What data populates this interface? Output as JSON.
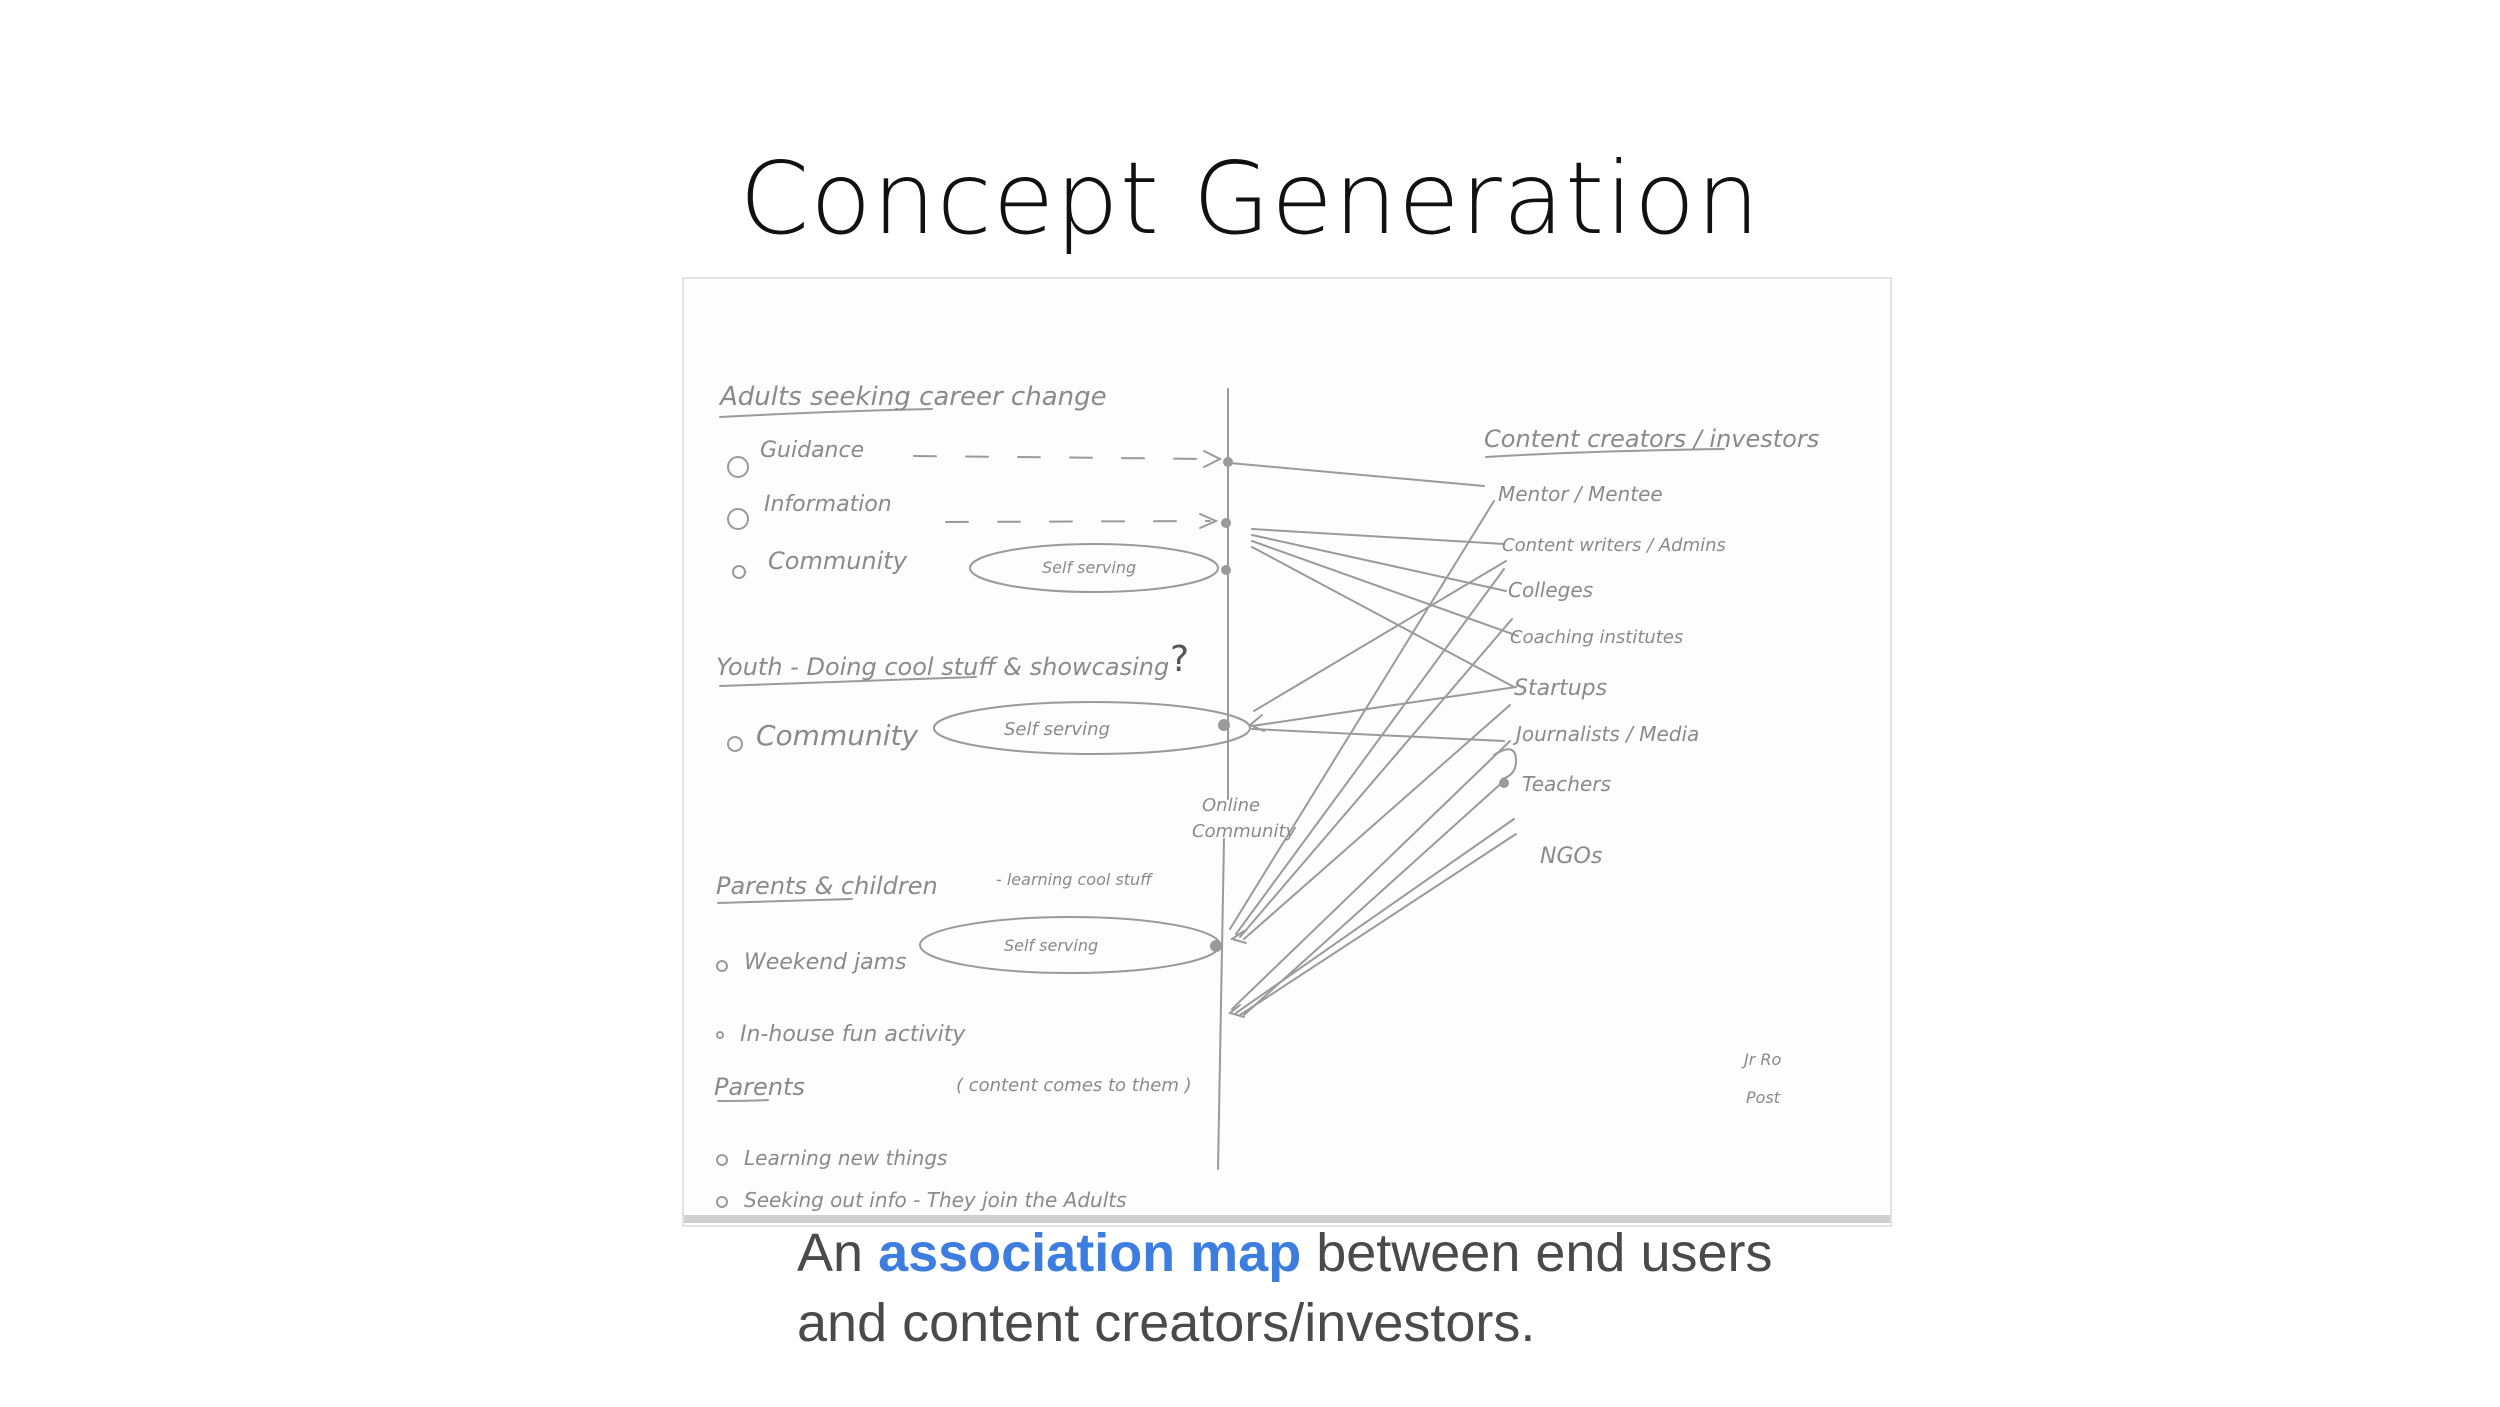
{
  "slide": {
    "title": "Concept Generation"
  },
  "sketch": {
    "left": {
      "groups": [
        {
          "heading": "Adults seeking career change",
          "items": [
            "Guidance",
            "Information",
            "Community"
          ],
          "loop_label": "Self serving"
        },
        {
          "heading": "Youth - Doing cool stuff & showcasing",
          "heading_mark": "?",
          "items": [
            "Community"
          ],
          "loop_label": "Self serving"
        },
        {
          "heading": "Parents & children",
          "heading_note": "- learning cool stuff",
          "items": [
            "Weekend jams",
            "In-house fun activity"
          ],
          "loop_label": "Self serving"
        },
        {
          "heading": "Parents",
          "heading_note": "( content comes to them )",
          "items": [
            "Learning new things",
            "Seeking out info - They join the Adults"
          ]
        }
      ]
    },
    "center_label": [
      "Online",
      "Community"
    ],
    "right": {
      "heading": "Content creators / investors",
      "items": [
        "Mentor / Mentee",
        "Content writers / Admins",
        "Colleges",
        "Coaching institutes",
        "Startups",
        "Journalists / Media",
        "Teachers",
        "NGOs"
      ]
    },
    "corner_note": [
      "Jr Ro",
      "Post"
    ]
  },
  "caption": {
    "prefix": "An ",
    "highlight": "association map",
    "suffix": " between end users",
    "line2": "and content creators/investors."
  },
  "colors": {
    "highlight": "#3d7de0",
    "caption_text": "#4a4a4a",
    "pencil": "#8a8a8a"
  }
}
